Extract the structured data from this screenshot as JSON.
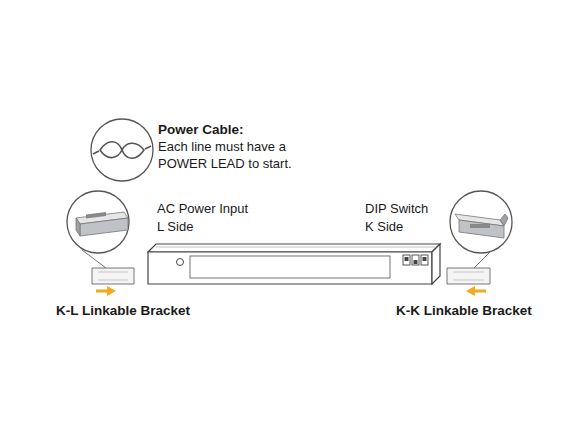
{
  "diagram": {
    "labels": [
      "Power Cable:",
      "Each line must have a POWER LEAD to start.",
      "AC Power Input",
      "L Side",
      "DIP Switch",
      "K Side",
      "K-L Linkable Bracket",
      "K-K Linkable Bracket"
    ]
  }
}
